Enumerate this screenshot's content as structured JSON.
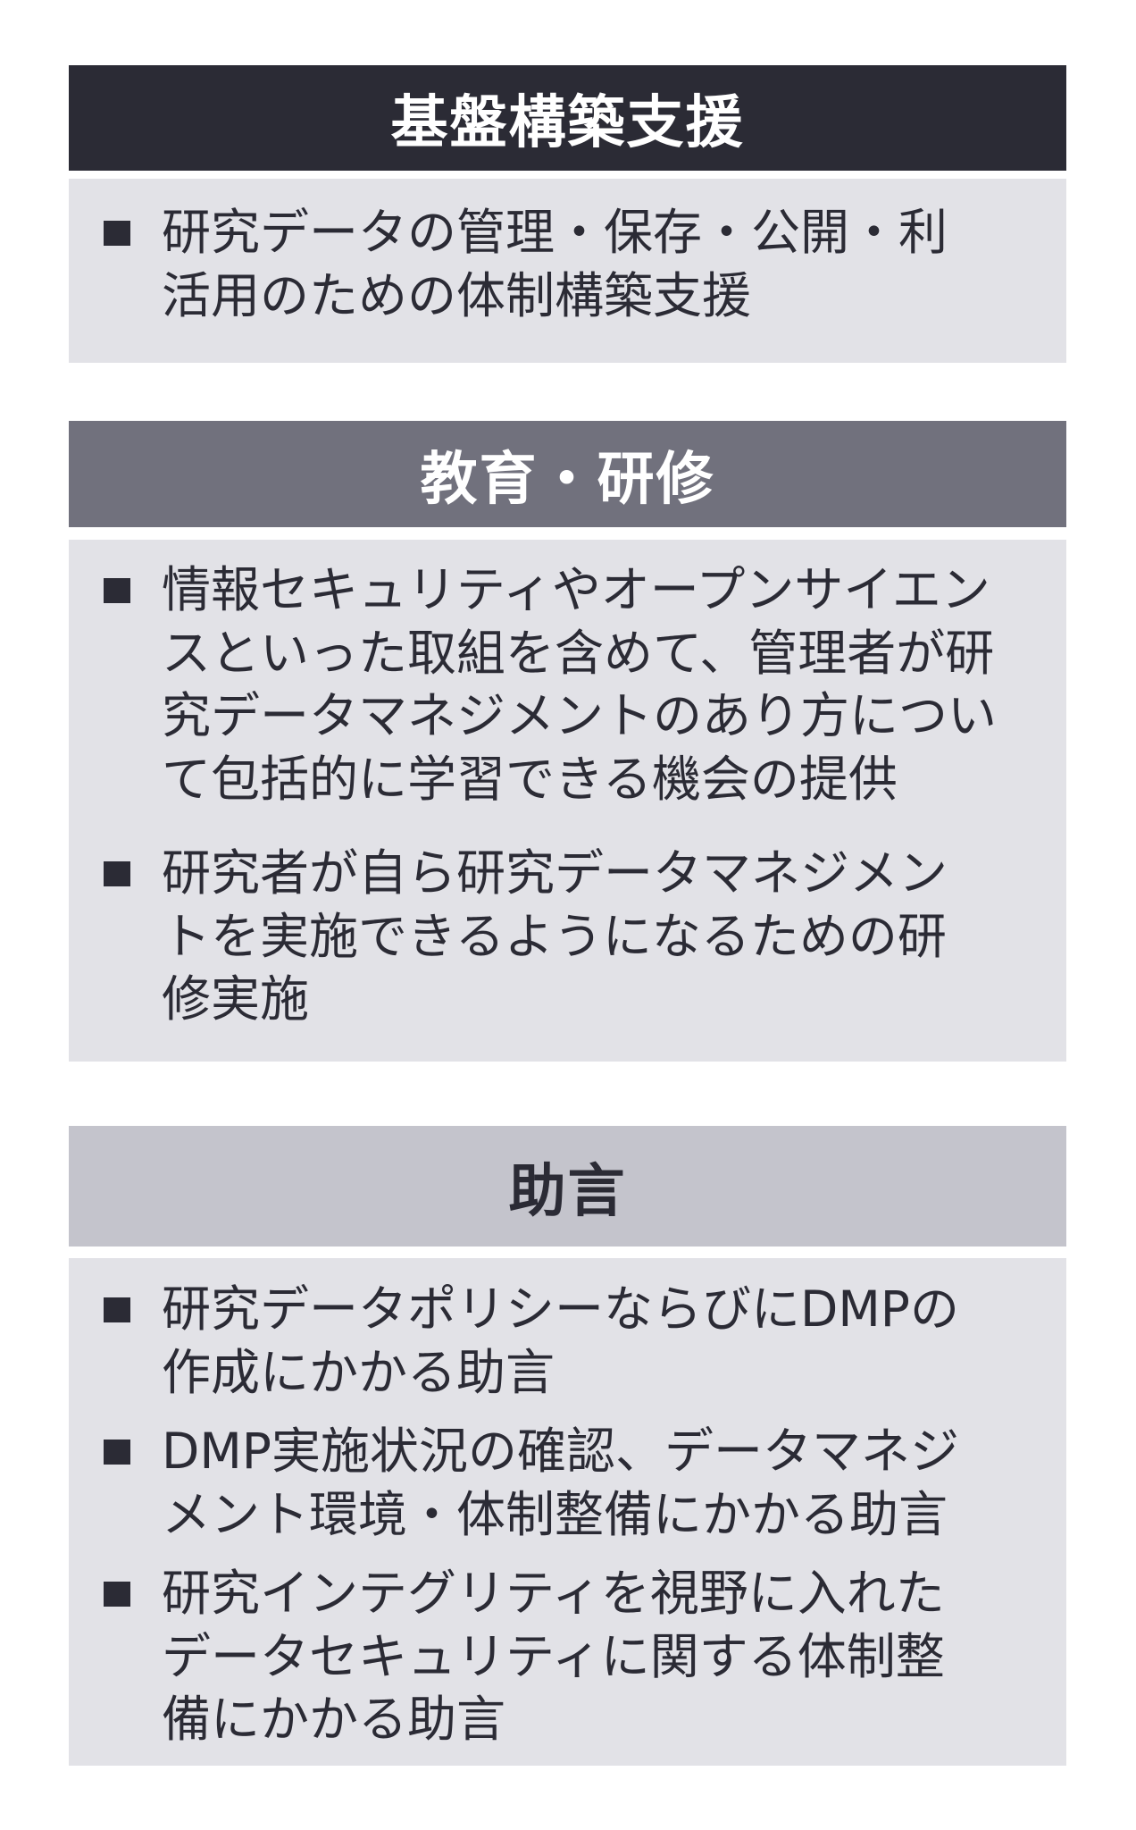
{
  "sections": [
    {
      "title": "基盤構築支援",
      "items": [
        {
          "lines": [
            "研究データの管理・保存・公開・利",
            "活用のための体制構築支援"
          ]
        }
      ]
    },
    {
      "title": "教育・研修",
      "items": [
        {
          "lines": [
            "情報セキュリティやオープンサイエン",
            "スといった取組を含めて、管理者が研",
            "究データマネジメントのあり方につい",
            "て包括的に学習できる機会の提供"
          ]
        },
        {
          "lines": [
            "研究者が自ら研究データマネジメン",
            "トを実施できるようになるための研",
            "修実施"
          ]
        }
      ]
    },
    {
      "title": "助言",
      "items": [
        {
          "lines": [
            "研究データポリシーならびにDMPの",
            "作成にかかる助言"
          ]
        },
        {
          "lines": [
            "DMP実施状況の確認、データマネジ",
            "メント環境・体制整備にかかる助言"
          ]
        },
        {
          "lines": [
            "研究インテグリティを視野に入れた",
            "データセキュリティに関する体制整",
            "備にかかる助言"
          ]
        }
      ]
    }
  ],
  "colors": {
    "header_dark": "#2b2b35",
    "header_mid": "#71717d",
    "header_light": "#c4c4cc",
    "box_bg": "#e2e2e7",
    "text": "#2b2b35"
  }
}
